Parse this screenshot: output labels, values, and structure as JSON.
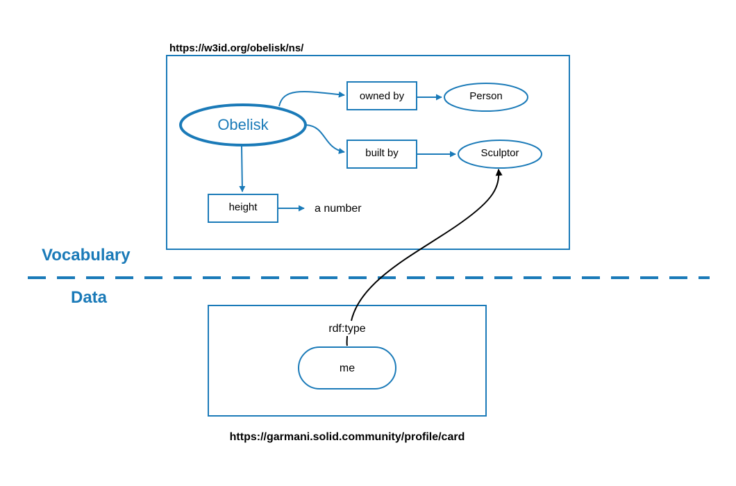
{
  "colors": {
    "accent": "#1a7ab8",
    "line": "#000000",
    "background": "#ffffff"
  },
  "vocabulary": {
    "url": "https://w3id.org/obelisk/ns/",
    "section_label": "Vocabulary",
    "nodes": {
      "obelisk": "Obelisk",
      "owned_by": "owned by",
      "person": "Person",
      "built_by": "built by",
      "sculptor": "Sculptor",
      "height": "height",
      "a_number": "a number"
    }
  },
  "data": {
    "section_label": "Data",
    "url": "https://garmani.solid.community/profile/card",
    "nodes": {
      "me": "me",
      "rdf_type": "rdf:type"
    }
  }
}
